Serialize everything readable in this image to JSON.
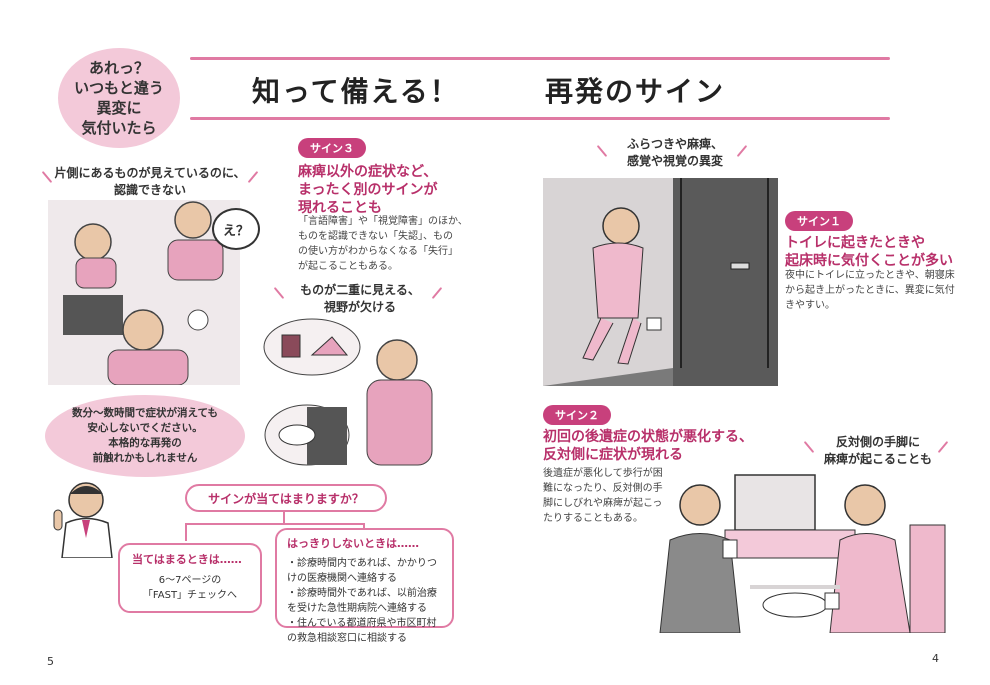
{
  "header": {
    "bubble_text": [
      "あれっ？",
      "いつもと違う",
      "異変に",
      "気付いたら"
    ],
    "title_left": "知って備える！",
    "title_right": "再発のサイン"
  },
  "left_page": {
    "caption_unrecognized": [
      "片側にあるものが見えているのに、",
      "認識できない"
    ],
    "speech_e": "え？",
    "sign3": {
      "tag": "サイン３",
      "heading": [
        "麻痺以外の症状など、",
        "まったく別のサインが",
        "現れることも"
      ],
      "body": [
        "「言語障害」や「視覚障害」のほか、",
        "ものを認識できない「失認」、もの",
        "の使い方がわからなくなる「失行」",
        "が起こることもある。"
      ]
    },
    "caption_vision": [
      "ものが二重に見える、",
      "視野が欠ける"
    ],
    "doctor_bubble": [
      "数分～数時間で症状が消えても",
      "安心しないでください。",
      "本格的な再発の",
      "前触れかもしれません"
    ],
    "question": "サインが当てはまりますか？",
    "yes_box": {
      "heading": "当てはまるときは……",
      "body": [
        "6～7ページの",
        "「FAST」チェックへ"
      ]
    },
    "unsure_box": {
      "heading": "はっきりしないときは……",
      "items": [
        "・診療時間内であれば、かかりつけの医療機関へ連絡する",
        "・診療時間外であれば、以前治療を受けた急性期病院へ連絡する",
        "・住んでいる都道府県や市区町村の救急相談窓口に相談する"
      ]
    },
    "page_number": "5"
  },
  "right_page": {
    "caption_dizzy": [
      "ふらつきや麻痺、",
      "感覚や視覚の異変"
    ],
    "sign1": {
      "tag": "サイン１",
      "heading": [
        "トイレに起きたときや",
        "起床時に気付くことが多い"
      ],
      "body": [
        "夜中にトイレに立ったときや、朝寝床",
        "から起き上がったときに、異変に気付",
        "きやすい。"
      ]
    },
    "sign2": {
      "tag": "サイン２",
      "heading": [
        "初回の後遺症の状態が悪化する、",
        "反対側に症状が現れる"
      ],
      "body": [
        "後遺症が悪化して歩行が困",
        "難になったり、反対側の手",
        "脚にしびれや麻痺が起こっ",
        "たりすることもある。"
      ]
    },
    "caption_opposite": [
      "反対側の手脚に",
      "麻痺が起こることも"
    ],
    "page_number": "4"
  },
  "colors": {
    "accent": "#c8407c",
    "light_pink": "#f3c9d9",
    "line": "#e07aa3"
  }
}
